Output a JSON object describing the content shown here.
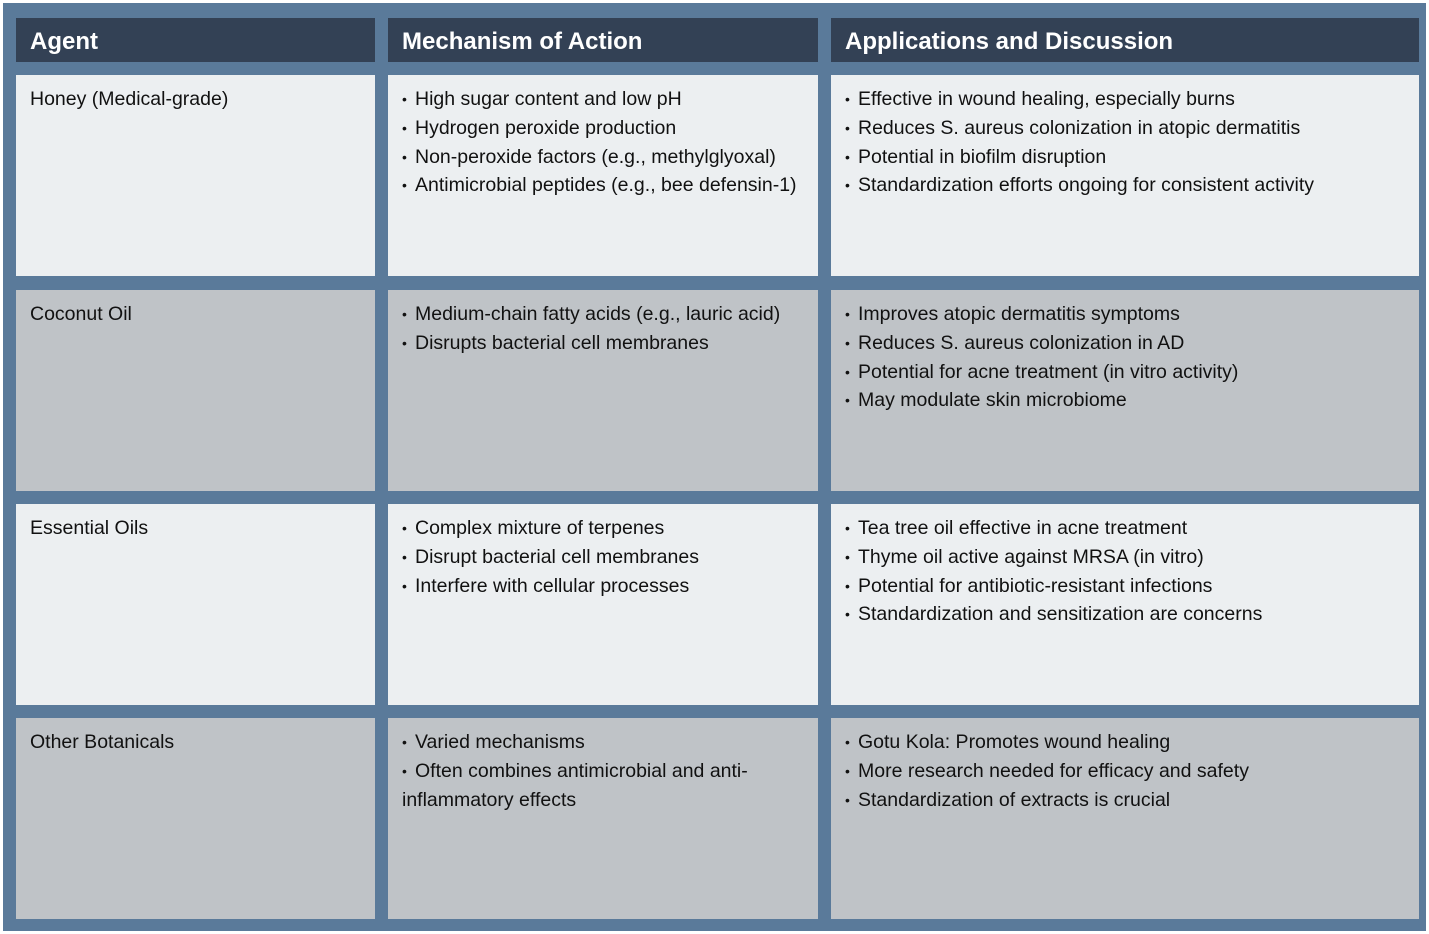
{
  "headers": [
    "Agent",
    "Mechanism of Action",
    "Applications and Discussion"
  ],
  "rows": [
    {
      "agent": "Honey (Medical-grade)",
      "mechanisms": [
        "High sugar content and low pH",
        "Hydrogen peroxide production",
        "Non-peroxide factors (e.g., methylglyoxal)",
        "Antimicrobial peptides (e.g., bee defensin-1)"
      ],
      "applications": [
        "Effective in wound healing, especially burns",
        "Reduces S. aureus colonization in atopic dermatitis",
        "Potential in biofilm disruption",
        "Standardization efforts ongoing for consistent activity"
      ]
    },
    {
      "agent": "Coconut Oil",
      "mechanisms": [
        "Medium-chain fatty acids (e.g., lauric acid)",
        "Disrupts bacterial cell membranes"
      ],
      "applications": [
        "Improves atopic dermatitis symptoms",
        "Reduces S. aureus colonization in AD",
        "Potential for acne treatment (in vitro activity)",
        "May modulate skin microbiome"
      ]
    },
    {
      "agent": "Essential Oils",
      "mechanisms": [
        "Complex mixture of terpenes",
        "Disrupt bacterial cell membranes",
        "Interfere with cellular processes"
      ],
      "applications": [
        "Tea tree oil effective in acne treatment",
        "Thyme oil active against MRSA (in vitro)",
        "Potential for antibiotic-resistant infections",
        "Standardization and sensitization are concerns"
      ]
    },
    {
      "agent": "Other Botanicals",
      "mechanisms": [
        "Varied mechanisms",
        "Often combines antimicrobial and anti-inflammatory effects"
      ],
      "applications": [
        "Gotu Kola: Promotes wound healing",
        "More research needed for efficacy and safety",
        "Standardization of extracts is crucial"
      ]
    }
  ],
  "colors": {
    "frame": "#5a7a9a",
    "header_bg": "#334155",
    "row_light": "#eceff1",
    "row_dark": "#bfc3c7"
  }
}
